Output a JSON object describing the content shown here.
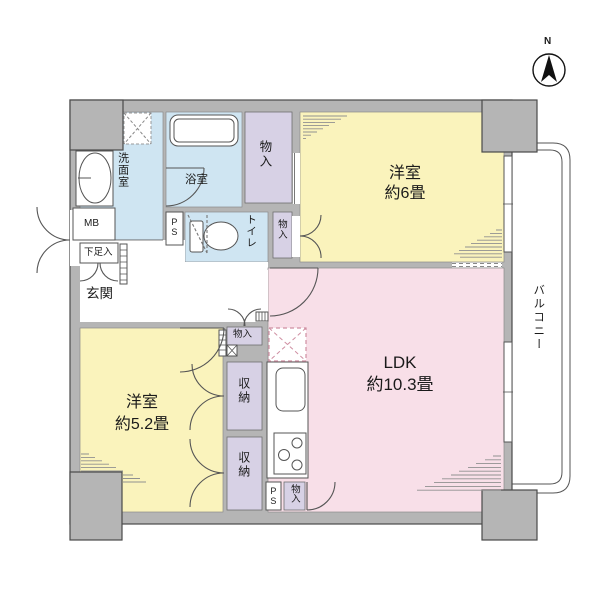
{
  "compass": {
    "north_label": "N"
  },
  "balcony": {
    "label": "バルコニー"
  },
  "rooms": {
    "living": {
      "name": "LDK",
      "size": "約10.3畳"
    },
    "bedroom_6": {
      "name": "洋室",
      "size": "約6畳"
    },
    "bedroom_52": {
      "name": "洋室",
      "size": "約5.2畳"
    },
    "washroom": {
      "name": "洗面室"
    },
    "bathroom": {
      "name": "浴室"
    },
    "toilet": {
      "name": "トイレ"
    },
    "entrance": {
      "name": "玄関"
    }
  },
  "storage": {
    "closet_top": "物入",
    "closet_mid": "物入",
    "closet_hall": "物入",
    "closet_bottom": "物入",
    "storage_upper": "収納",
    "storage_lower": "収納",
    "shoe_cabinet": "下足入",
    "meter_box": "MB",
    "pipe_space_1": "PS",
    "pipe_space_2": "PS"
  },
  "colors": {
    "room_yellow": "#faf3bc",
    "room_pink": "#f8dfe8",
    "room_blue": "#cfe5f2",
    "closet_lavender": "#d7d1e5",
    "wall_gray": "#b5b5b5",
    "outline": "#4a4a4a"
  }
}
